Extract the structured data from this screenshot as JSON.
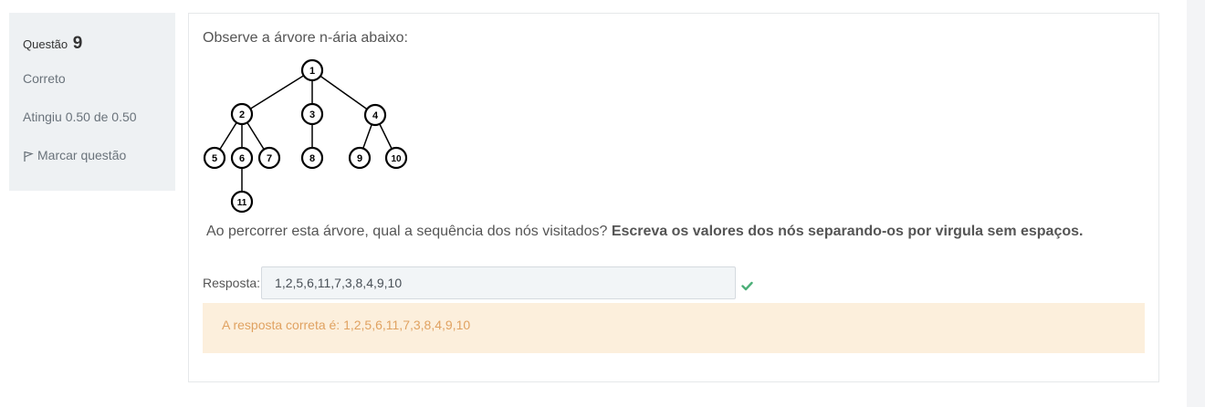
{
  "info": {
    "question_label": "Questão",
    "question_number": "9",
    "state": "Correto",
    "grade": "Atingiu 0.50 de 0.50",
    "flag_label": "Marcar questão",
    "flag_icon": "flag-icon"
  },
  "content": {
    "intro": "Observe a árvore n-ária abaixo:",
    "question_plain": "Ao percorrer esta árvore, qual a sequência dos nós visitados? ",
    "question_bold": "Escreva os valores dos nós separando-os por virgula sem espaços.",
    "answer_label": "Resposta:",
    "answer_value": "1,2,5,6,11,7,3,8,4,9,10",
    "correct_icon": "check-icon",
    "correct_color": "#4caf78",
    "feedback": "A resposta correta é: 1,2,5,6,11,7,3,8,4,9,10"
  },
  "tree": {
    "nodes": [
      "1",
      "2",
      "3",
      "4",
      "5",
      "6",
      "7",
      "8",
      "9",
      "10",
      "11"
    ]
  }
}
